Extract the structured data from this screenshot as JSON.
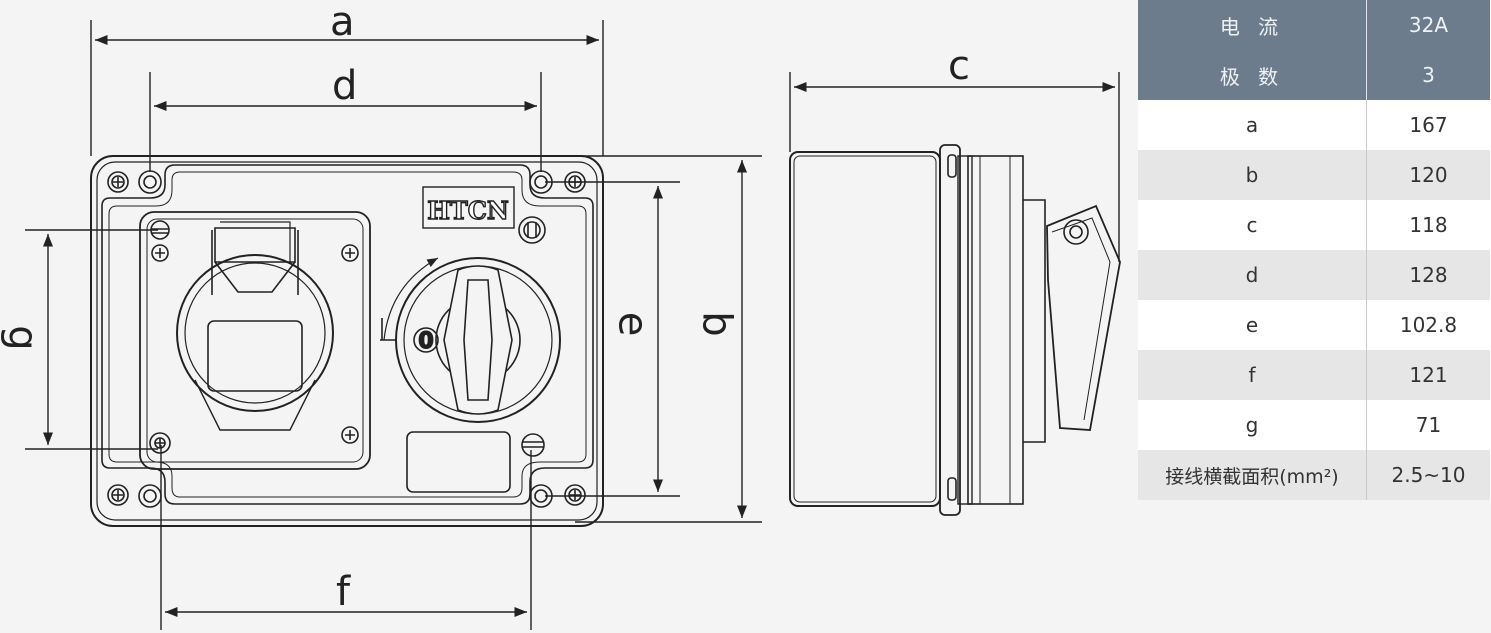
{
  "dimension_labels": {
    "a": "a",
    "b": "b",
    "c": "c",
    "d": "d",
    "e": "e",
    "f": "f",
    "g": "g"
  },
  "brand": "HTCN",
  "switch_off_symbol": "0",
  "spec_table": {
    "header_rows": [
      {
        "label": "电 流",
        "value": "32A"
      },
      {
        "label": "极 数",
        "value": "3"
      }
    ],
    "rows": [
      {
        "label": "a",
        "value": "167"
      },
      {
        "label": "b",
        "value": "120"
      },
      {
        "label": "c",
        "value": "118"
      },
      {
        "label": "d",
        "value": "128"
      },
      {
        "label": "e",
        "value": "102.8"
      },
      {
        "label": "f",
        "value": "121"
      },
      {
        "label": "g",
        "value": "71"
      },
      {
        "label": "接线横截面积(mm²)",
        "value": "2.5~10"
      }
    ]
  },
  "colors": {
    "header_bg": "#6d7c8d",
    "line": "#222222",
    "row_alt": "#e6e6e6"
  }
}
